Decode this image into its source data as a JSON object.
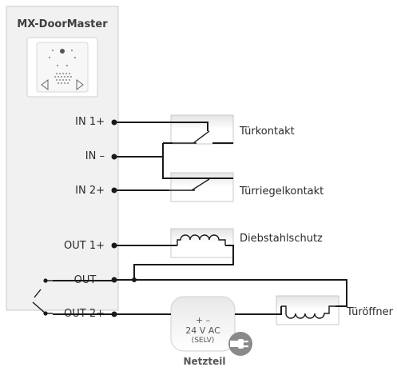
{
  "device": {
    "title": "MX-DoorMaster",
    "terminals": {
      "in1": "IN 1+",
      "in_minus": "IN –",
      "in2": "IN 2+",
      "out1": "OUT 1+",
      "out_minus": "OUT –",
      "out2": "OUT 2+"
    }
  },
  "components": {
    "tuerkontakt": "Türkontakt",
    "tuerriegel": "Türriegelkontakt",
    "diebstahl": "Diebstahlschutz",
    "tueroeffner": "Türöffner"
  },
  "power_supply": {
    "polarity": "+ –",
    "voltage": "24 V AC",
    "class": "(SELV)",
    "label": "Netzteil",
    "plug_icon": "plug-icon"
  },
  "colors": {
    "panel_fill": "#f1f1f1",
    "panel_border": "#c9c9c9",
    "wire": "#1a1a1a",
    "plug": "#8a8a8a"
  }
}
